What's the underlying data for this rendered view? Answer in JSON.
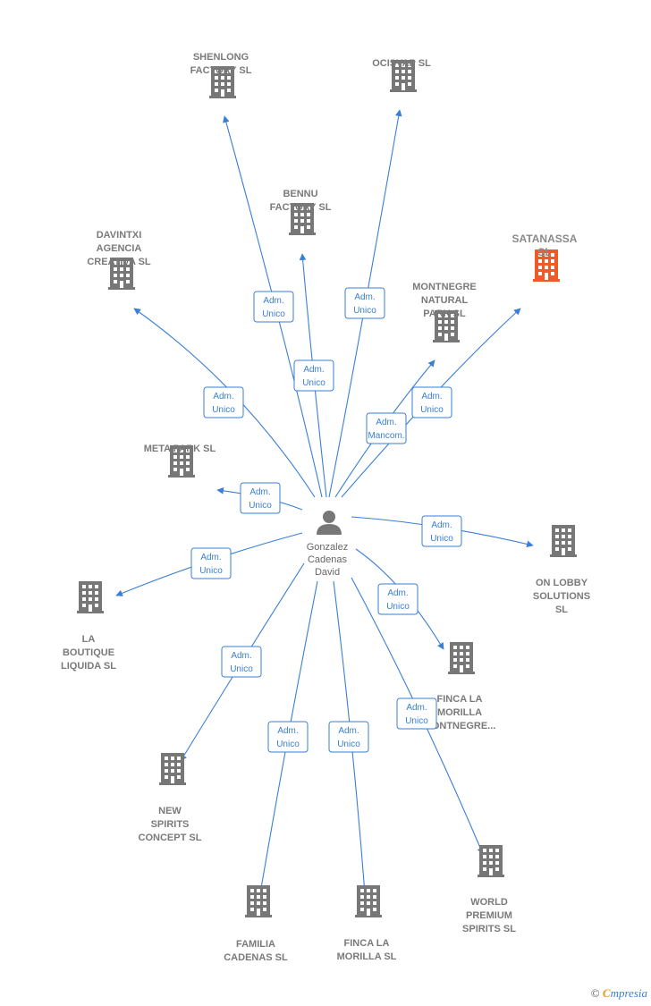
{
  "colors": {
    "edge": "#3a7fd5",
    "building": "#777777",
    "highlight": "#f05a28",
    "person": "#777777"
  },
  "center": {
    "name_lines": [
      "Gonzalez",
      "Cadenas",
      "David"
    ],
    "icon": "person-icon"
  },
  "companies": [
    {
      "id": "shenlong",
      "lines": [
        "SHENLONG",
        "FACTORY  SL"
      ],
      "highlight": false,
      "role": [
        "Adm.",
        "Unico"
      ]
    },
    {
      "id": "ocisvap",
      "lines": [
        "OCISVAP SL"
      ],
      "highlight": false,
      "role": [
        "Adm.",
        "Unico"
      ]
    },
    {
      "id": "bennu",
      "lines": [
        "BENNU",
        "FACTORY  SL"
      ],
      "highlight": false,
      "role": [
        "Adm.",
        "Unico"
      ]
    },
    {
      "id": "davintxi",
      "lines": [
        "DAVINTXI",
        "AGENCIA",
        "CREATIVA  SL"
      ],
      "highlight": false,
      "role": [
        "Adm.",
        "Unico"
      ]
    },
    {
      "id": "satanassa",
      "lines": [
        "SATANASSA",
        "SL"
      ],
      "highlight": true,
      "role": [
        "Adm.",
        "Unico"
      ]
    },
    {
      "id": "montnegre",
      "lines": [
        "MONTNEGRE",
        "NATURAL",
        "PARK  SL"
      ],
      "highlight": false,
      "role": [
        "Adm.",
        "Mancom."
      ]
    },
    {
      "id": "metapark",
      "lines": [
        "META PARK  SL"
      ],
      "highlight": false,
      "role": [
        "Adm.",
        "Unico"
      ]
    },
    {
      "id": "onlobby",
      "lines": [
        "ON LOBBY",
        "SOLUTIONS",
        "SL"
      ],
      "highlight": false,
      "role": [
        "Adm.",
        "Unico"
      ]
    },
    {
      "id": "boutique",
      "lines": [
        "LA",
        "BOUTIQUE",
        "LIQUIDA  SL"
      ],
      "highlight": false,
      "role": [
        "Adm.",
        "Unico"
      ]
    },
    {
      "id": "fincamont",
      "lines": [
        "FINCA LA",
        "MORILLA",
        "MONTNEGRE..."
      ],
      "highlight": false,
      "role": [
        "Adm.",
        "Unico"
      ]
    },
    {
      "id": "newspirits",
      "lines": [
        "NEW",
        "SPIRITS",
        "CONCEPT  SL"
      ],
      "highlight": false,
      "role": [
        "Adm.",
        "Unico"
      ]
    },
    {
      "id": "worldpremium",
      "lines": [
        "WORLD",
        "PREMIUM",
        "SPIRITS  SL"
      ],
      "highlight": false,
      "role": [
        "Adm.",
        "Unico"
      ]
    },
    {
      "id": "familia",
      "lines": [
        "FAMILIA",
        "CADENAS  SL"
      ],
      "highlight": false,
      "role": [
        "Adm.",
        "Unico"
      ]
    },
    {
      "id": "fincamorilla",
      "lines": [
        "FINCA LA",
        "MORILLA  SL"
      ],
      "highlight": false,
      "role": [
        "Adm.",
        "Unico"
      ]
    }
  ],
  "footer": {
    "copyright": "©",
    "brand_first": "C",
    "brand_rest": "mpresia"
  }
}
